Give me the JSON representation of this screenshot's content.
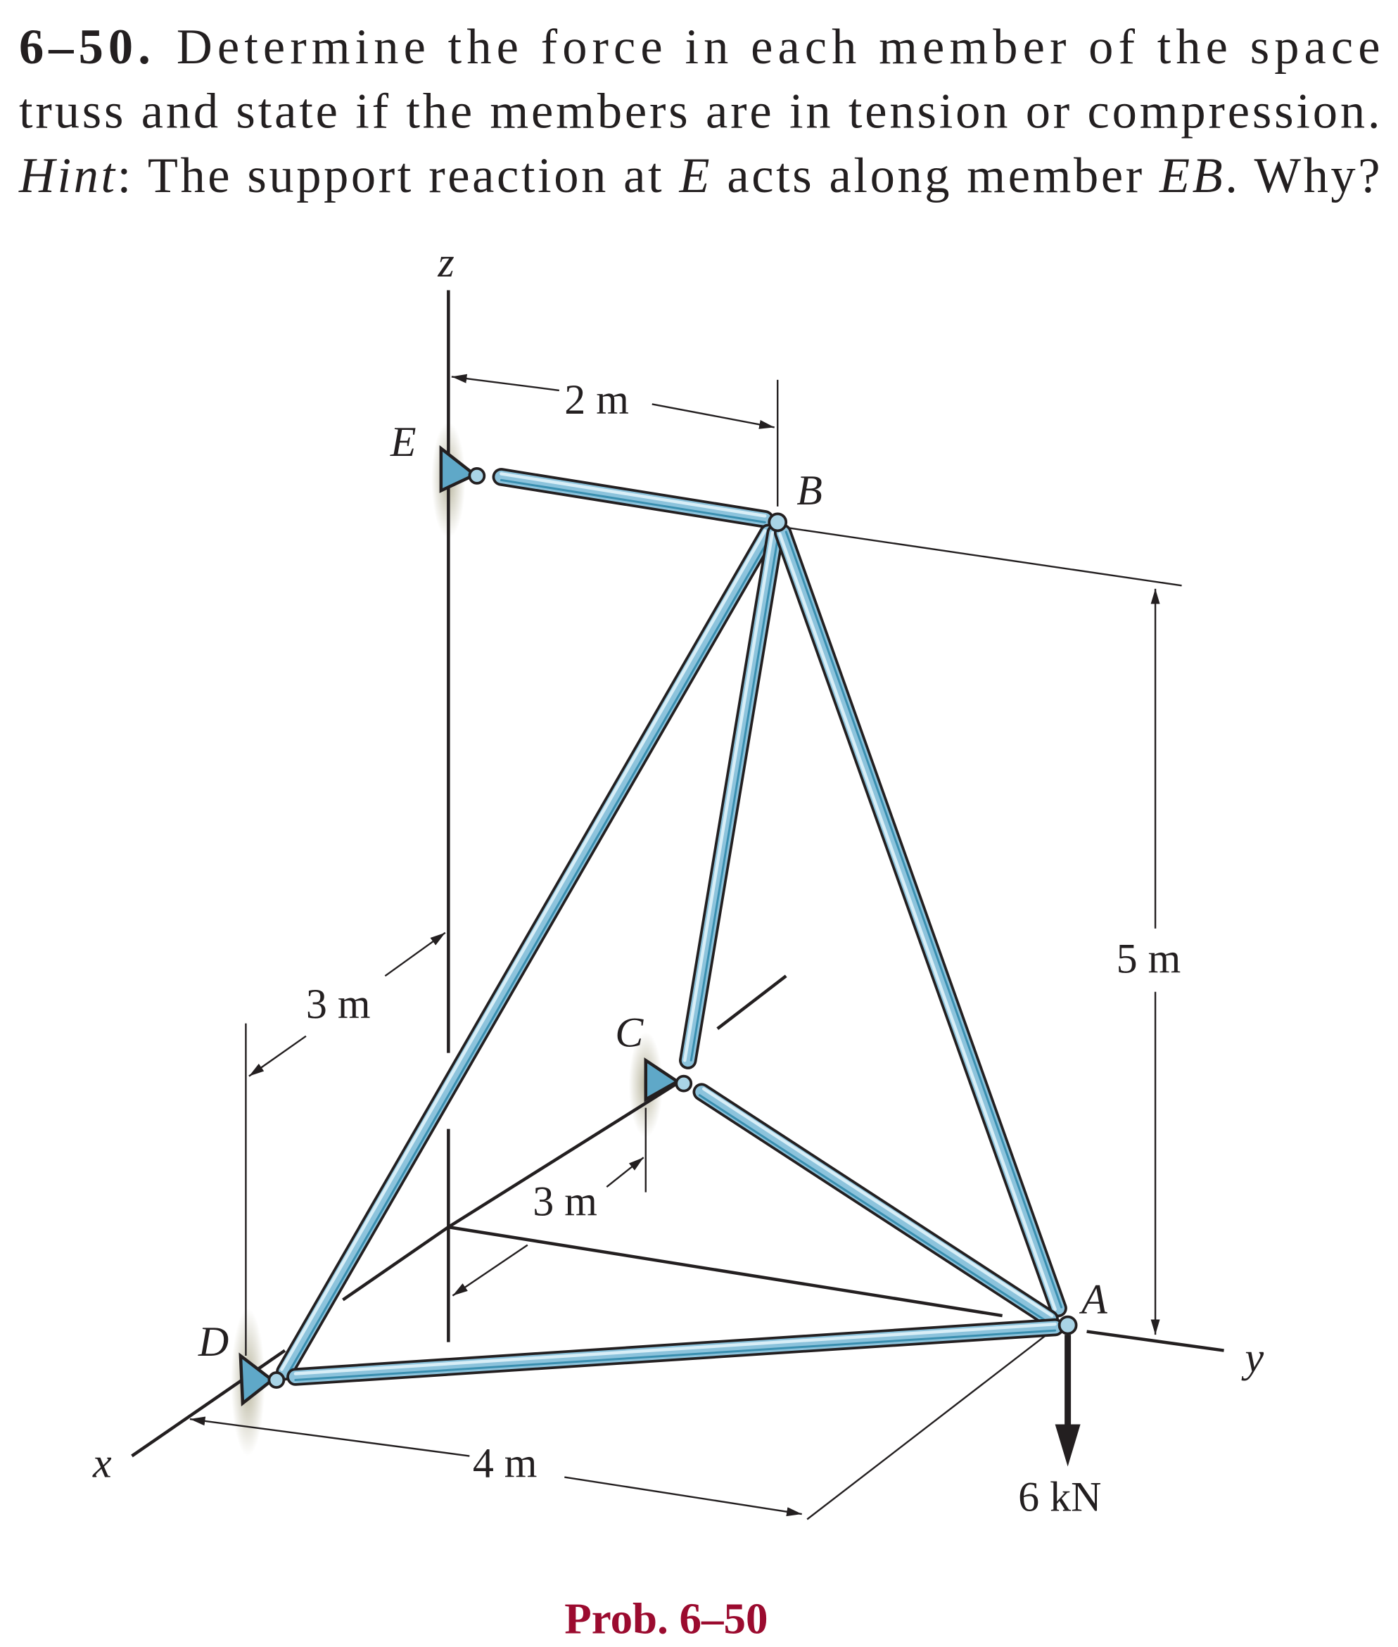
{
  "problem": {
    "number": "6–50.",
    "line1": "Determine the force in each member of the space",
    "line2": "truss and state if the members are in tension or compression.",
    "hint_label": "Hint",
    "hint_text_a": ": The support reaction at ",
    "hint_E": "E",
    "hint_text_b": " acts along member ",
    "hint_EB": "EB",
    "hint_text_c": ". Why?"
  },
  "figure": {
    "axes": {
      "x": "x",
      "y": "y",
      "z": "z"
    },
    "joints": {
      "A": "A",
      "B": "B",
      "C": "C",
      "D": "D",
      "E": "E"
    },
    "dimensions": {
      "d_2m": "2 m",
      "d_5m": "5 m",
      "d_3m_left": "3 m",
      "d_3m_mid": "3 m",
      "d_4m": "4 m"
    },
    "load": "6 kN",
    "caption": "Prob. 6–50"
  },
  "colors": {
    "member": "#8cc3dc",
    "caption": "#9b0b2f"
  }
}
